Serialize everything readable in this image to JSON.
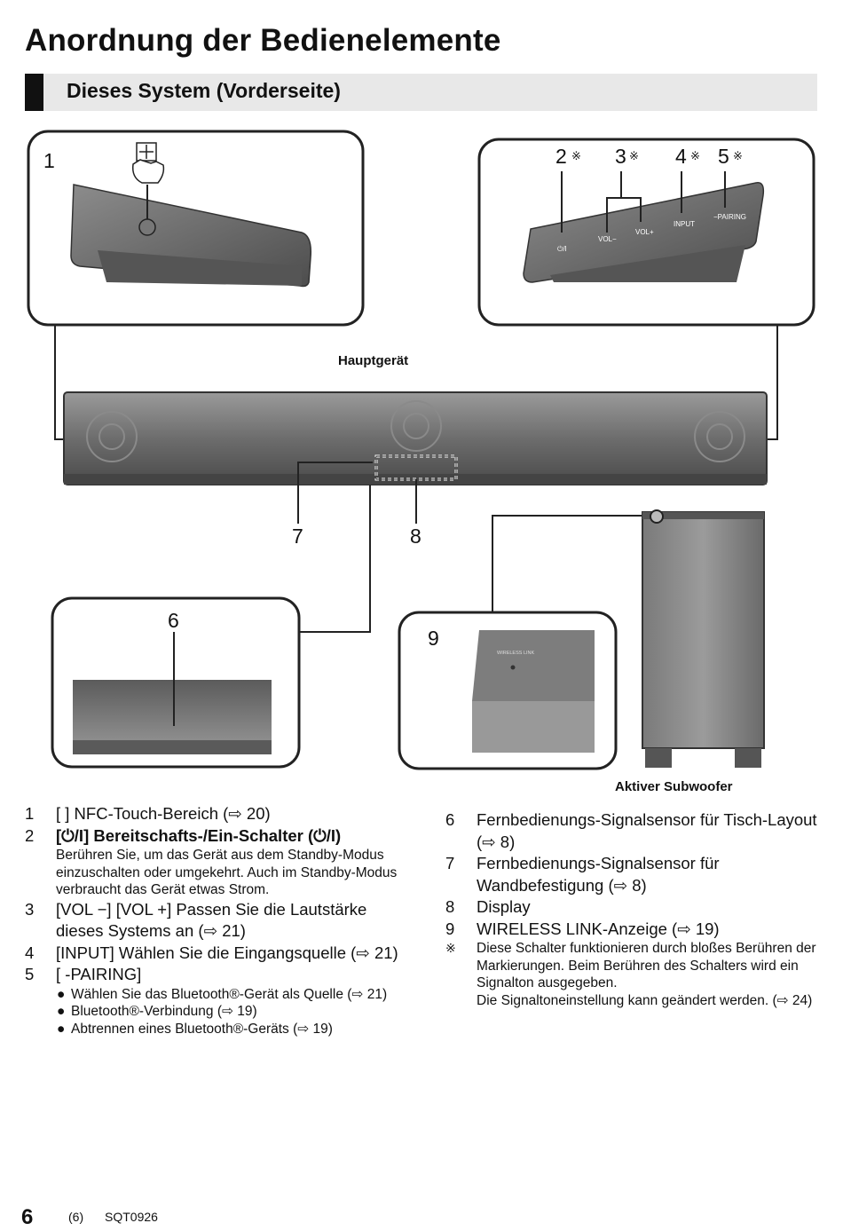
{
  "page_title": "Anordnung der Bedienelemente",
  "section_title": "Dieses System (Vorderseite)",
  "figure": {
    "main_unit_label": "Hauptgerät",
    "subwoofer_label": "Aktiver Subwoofer",
    "callout_numbers": {
      "n1": "1",
      "n2": "2",
      "n3": "3",
      "n4": "4",
      "n5": "5",
      "n6": "6",
      "n7": "7",
      "n8": "8",
      "n9": "9"
    },
    "touch_mark": "※",
    "button_labels": {
      "power": "⏻/I",
      "vol_minus": "VOL−",
      "vol_plus": "VOL+",
      "input": "INPUT",
      "pairing": "−PAIRING"
    },
    "wireless_link_text": "WIRELESS LINK"
  },
  "left_list": {
    "item1": {
      "num": "1",
      "text": "[ ] NFC-Touch-Bereich (⇨ 20)"
    },
    "item2": {
      "num": "2",
      "title": "[⏻/I] Bereitschafts-/Ein-Schalter (⏻/I)",
      "desc": "Berühren Sie, um das Gerät aus dem Standby-Modus einzuschalten oder umgekehrt. Auch im Standby-Modus verbraucht das Gerät etwas Strom."
    },
    "item3": {
      "num": "3",
      "text": "[VOL −] [VOL +] Passen Sie die Lautstärke dieses Systems an (⇨ 21)"
    },
    "item4": {
      "num": "4",
      "text": "[INPUT] Wählen Sie die Eingangsquelle (⇨ 21)"
    },
    "item5": {
      "num": "5",
      "text": "[ -PAIRING]",
      "bullets": [
        "Wählen Sie das Bluetooth®-Gerät als Quelle (⇨ 21)",
        "Bluetooth®-Verbindung (⇨ 19)",
        "Abtrennen eines Bluetooth®-Geräts (⇨ 19)"
      ]
    }
  },
  "right_list": {
    "item6": {
      "num": "6",
      "text": "Fernbedienungs-Signalsensor für Tisch-Layout (⇨ 8)"
    },
    "item7": {
      "num": "7",
      "text": "Fernbedienungs-Signalsensor für Wandbefestigung (⇨ 8)"
    },
    "item8": {
      "num": "8",
      "text": "Display"
    },
    "item9": {
      "num": "9",
      "text": "WIRELESS LINK-Anzeige (⇨ 19)"
    },
    "note": {
      "mark": "※",
      "line1": "Diese Schalter funktionieren durch bloßes Berühren der Markierungen. Beim Berühren des Schalters wird ein Signalton ausgegeben.",
      "line2": "Die Signaltoneinstellung kann geändert werden. (⇨ 24)"
    }
  },
  "footer": {
    "page_number": "6",
    "page_ref": "(6)",
    "doc_code": "SQT0926"
  }
}
